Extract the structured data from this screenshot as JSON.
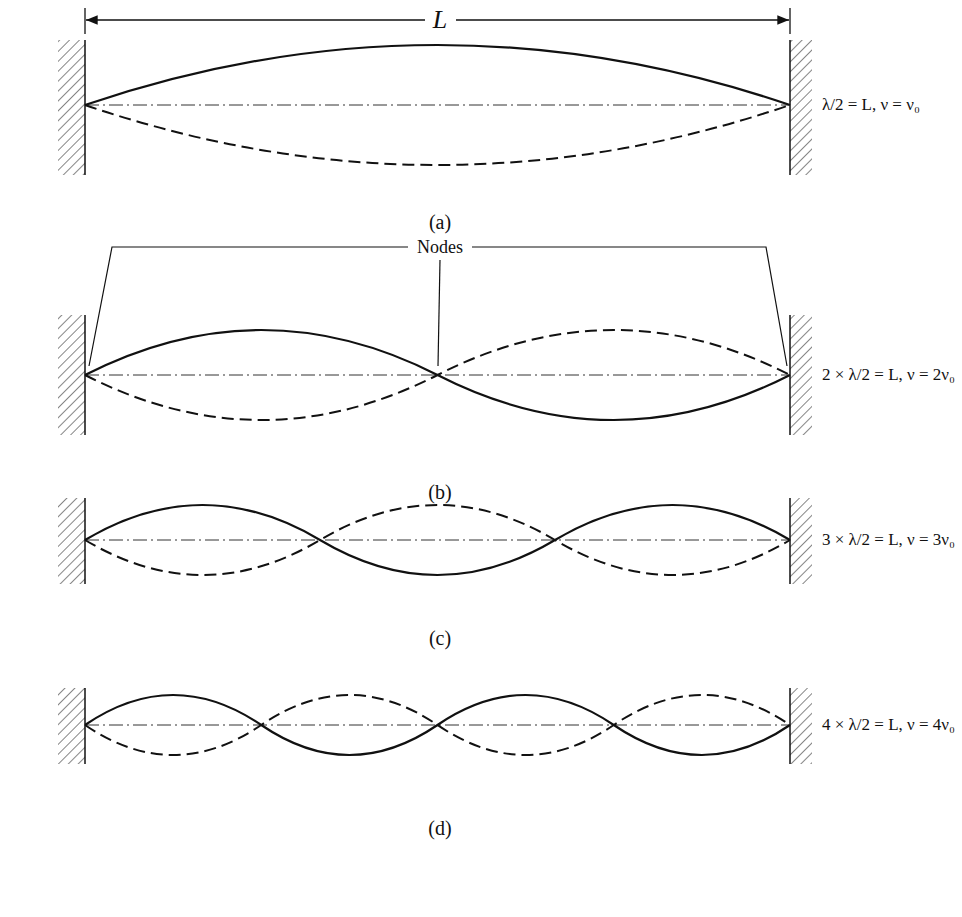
{
  "diagram": {
    "labels": [
      "L",
      "λ/2 = L, ν = ν₀",
      "(a)",
      "Nodes",
      "2 × λ/2 = L, ν = 2ν₀",
      "(b)",
      "3 × λ/2 = L, ν = 3ν₀",
      "(c)",
      "4 × λ/2 = L, ν = 4ν₀",
      "(d)"
    ]
  }
}
